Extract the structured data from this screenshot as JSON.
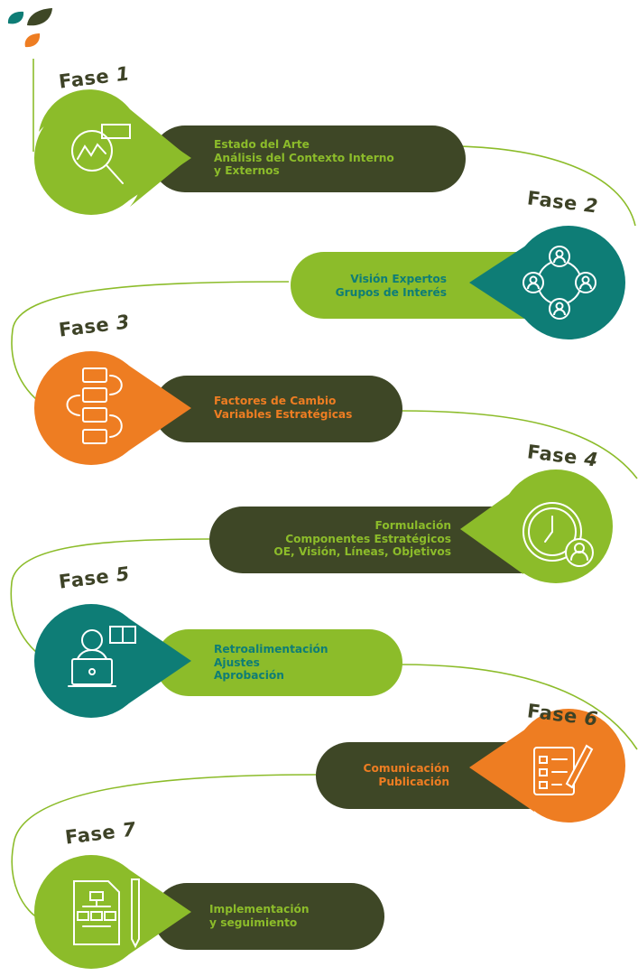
{
  "colors": {
    "green": "#8cbc2a",
    "teal": "#0e7d76",
    "orange": "#ee7d22",
    "dark": "#3e4726",
    "line": "#8cbc2a",
    "label": "#3d4226"
  },
  "phases": [
    {
      "label_word": "Fase",
      "label_num": "1",
      "color": "green",
      "pill_color": "dark",
      "text_color": "green",
      "icon": "magnifier-chart-icon",
      "lines": [
        "Estado del Arte",
        "Análisis del Contexto Interno",
        "y Externos"
      ]
    },
    {
      "label_word": "Fase",
      "label_num": "2",
      "color": "teal",
      "pill_color": "green",
      "text_color": "teal",
      "icon": "network-people-icon",
      "lines": [
        "Visión Expertos",
        "Grupos de Interés"
      ]
    },
    {
      "label_word": "Fase",
      "label_num": "3",
      "color": "orange",
      "pill_color": "dark",
      "text_color": "orange",
      "icon": "process-flow-icon",
      "lines": [
        "Factores de Cambio",
        "Variables Estratégicas"
      ]
    },
    {
      "label_word": "Fase",
      "label_num": "4",
      "color": "green",
      "pill_color": "dark",
      "text_color": "green",
      "icon": "clock-person-icon",
      "lines": [
        "Formulación",
        "Componentes Estratégicos",
        "OE, Visión, Líneas, Objetivos"
      ]
    },
    {
      "label_word": "Fase",
      "label_num": "5",
      "color": "teal",
      "pill_color": "green",
      "text_color": "teal",
      "icon": "person-laptop-icon",
      "lines": [
        "Retroalimentación",
        "Ajustes",
        "Aprobación"
      ]
    },
    {
      "label_word": "Fase",
      "label_num": "6",
      "color": "orange",
      "pill_color": "dark",
      "text_color": "orange",
      "icon": "checklist-pencil-icon",
      "lines": [
        "Comunicación",
        "Publicación"
      ]
    },
    {
      "label_word": "Fase",
      "label_num": "7",
      "color": "green",
      "pill_color": "dark",
      "text_color": "green",
      "icon": "document-pen-icon",
      "lines": [
        "Implementación",
        "y seguimiento"
      ]
    }
  ]
}
